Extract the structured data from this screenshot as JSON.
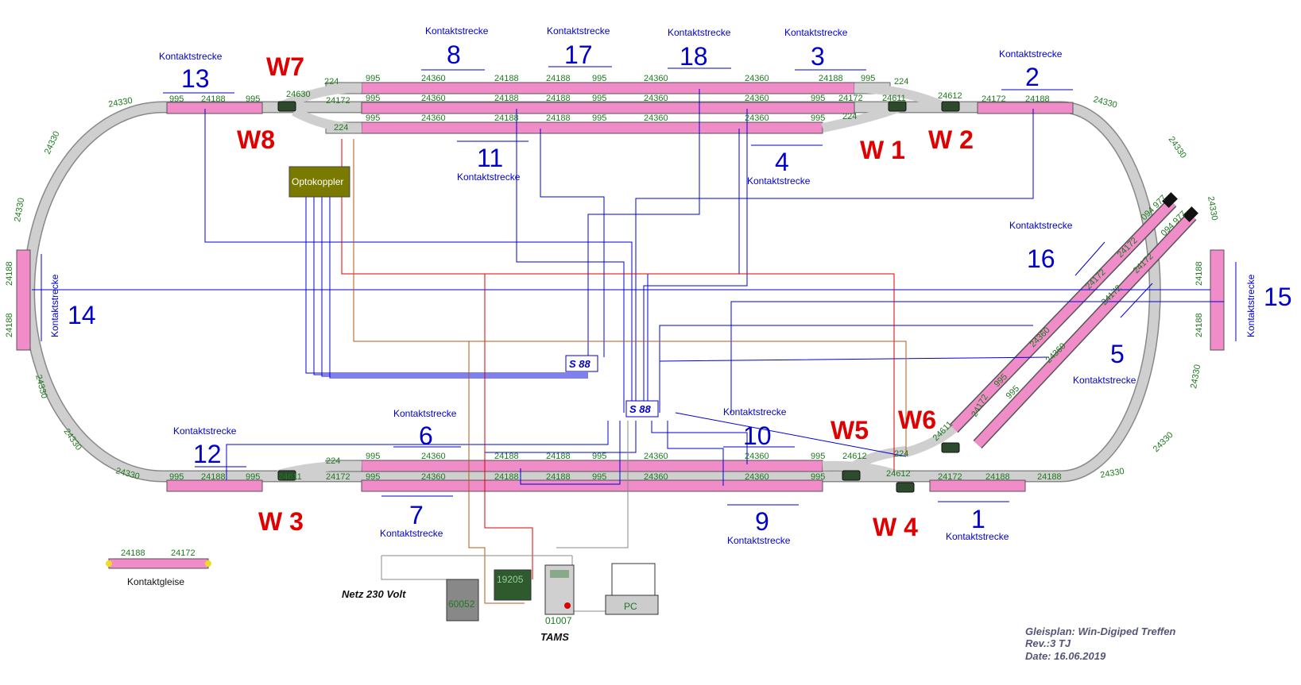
{
  "kontakt_label": "Kontaktstrecke",
  "contacts": [
    "13",
    "8",
    "17",
    "18",
    "3",
    "2",
    "11",
    "4",
    "16",
    "14",
    "15",
    "5",
    "6",
    "10",
    "12",
    "7",
    "9",
    "1"
  ],
  "switches": [
    "W7",
    "W8",
    "W 1",
    "W 2",
    "W5",
    "W6",
    "W 3",
    "W 4"
  ],
  "track_numbers": {
    "t24330": "24330",
    "t995": "995",
    "t24188": "24188",
    "t24360": "24360",
    "t24172": "24172",
    "t224": "224",
    "t24612": "24612",
    "t24611": "24611",
    "t24630": "24630",
    "t094977": "094 977"
  },
  "devices": {
    "optokoppler": "Optokoppler",
    "s88": "S 88",
    "netz": "Netz 230 Volt",
    "d60052": "60052",
    "d19205": "19205",
    "d01007": "01007",
    "tams": "TAMS",
    "pc": "PC"
  },
  "legend": {
    "n1": "24188",
    "n2": "24172",
    "label": "Kontaktgleise"
  },
  "info": {
    "line1": "Gleisplan: Win-Digiped Treffen",
    "line2": "Rev.:3 TJ",
    "line3": "Date: 16.06.2019"
  },
  "colors": {
    "track_gray": "#c8c8c8",
    "contact_pink": "#f08cc8",
    "wire_blue": "#0000dd",
    "wire_red": "#dd0000",
    "wire_brown": "#b05a1a",
    "label_red": "#e00000",
    "label_blue": "#0000cc",
    "number_green": "#1f7a1f"
  }
}
